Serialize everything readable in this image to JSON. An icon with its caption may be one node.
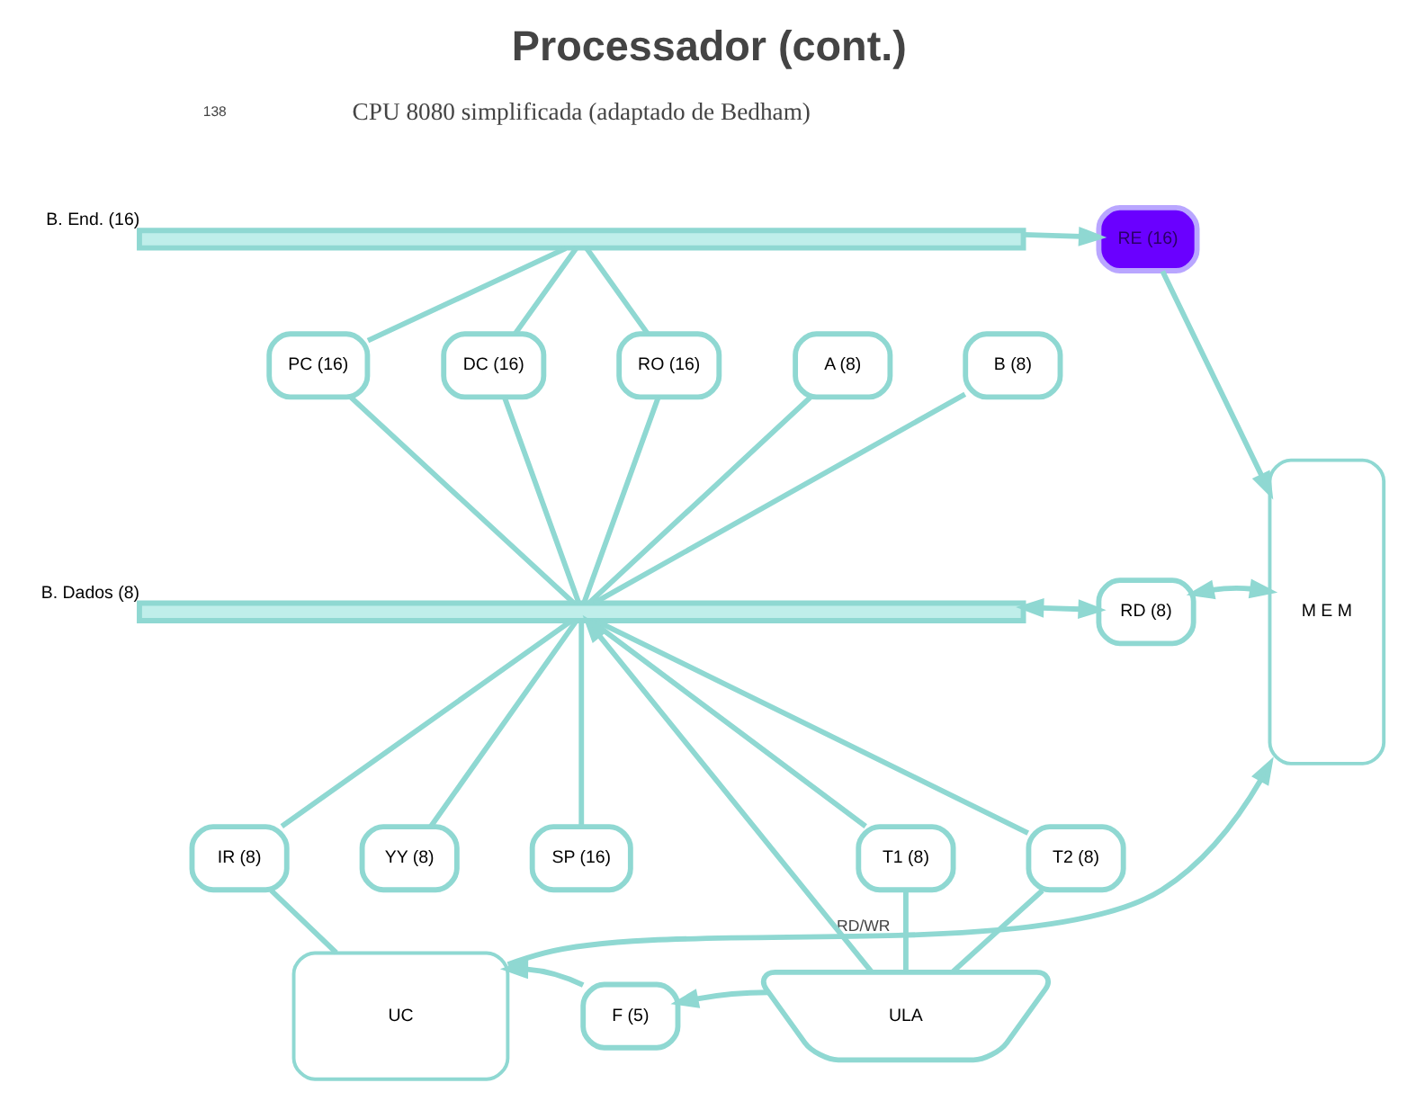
{
  "diagram": {
    "title": "Processador (cont.)",
    "nodes": [
      {
        "text": [],
        "shape": "bar",
        "beside": [
          "B. End. (16)"
        ]
      },
      {
        "text": [
          "RE (16)"
        ]
      },
      {
        "text": [
          "PC (16)"
        ]
      },
      {
        "text": [
          "DC (16)"
        ]
      },
      {
        "text": [
          "RO (16)"
        ]
      },
      {
        "text": [
          "A (8)"
        ]
      },
      {
        "text": [
          "B (8)"
        ]
      },
      {
        "text": [],
        "shape": "bar",
        "beside": [
          "B. Dados (8)"
        ]
      },
      {
        "text": [
          "RD (8)"
        ]
      },
      {
        "text": [
          "M E M"
        ]
      },
      {
        "text": [
          "IR (8)"
        ]
      },
      {
        "text": [
          "YY (8)"
        ]
      },
      {
        "text": [
          "SP (16)"
        ]
      },
      {
        "text": [
          "T1 (8)"
        ]
      },
      {
        "text": [
          "T2 (8)"
        ]
      },
      {
        "text": [
          "UC"
        ]
      },
      {
        "text": [
          "F (5)"
        ]
      },
      {
        "text": [
          "ULA"
        ]
      }
    ],
    "edges": [
      {
        "from": 0,
        "to": 1,
        "arrow": "to"
      },
      {
        "from": 1,
        "to": 9,
        "arrow": "to"
      },
      {
        "from": 0,
        "to": 2,
        "arrow": "none"
      },
      {
        "from": 0,
        "to": 3,
        "arrow": "none"
      },
      {
        "from": 0,
        "to": 4,
        "arrow": "none"
      },
      {
        "from": 2,
        "to": 7,
        "arrow": "none"
      },
      {
        "from": 3,
        "to": 7,
        "arrow": "none"
      },
      {
        "from": 4,
        "to": 7,
        "arrow": "none"
      },
      {
        "from": 5,
        "to": 7,
        "arrow": "none"
      },
      {
        "from": 6,
        "to": 7,
        "arrow": "none"
      },
      {
        "from": 7,
        "to": 8,
        "arrow": "both"
      },
      {
        "from": 8,
        "to": 9,
        "arrow": "both"
      },
      {
        "from": 7,
        "to": 10,
        "arrow": "none"
      },
      {
        "from": 7,
        "to": 11,
        "arrow": "none"
      },
      {
        "from": 7,
        "to": 12,
        "arrow": "none"
      },
      {
        "from": 7,
        "to": 13,
        "arrow": "none"
      },
      {
        "from": 7,
        "to": 14,
        "arrow": "none"
      },
      {
        "from": 13,
        "to": 17,
        "arrow": "none"
      },
      {
        "from": 14,
        "to": 17,
        "arrow": "none"
      },
      {
        "from": 17,
        "to": 7,
        "arrow": "to"
      },
      {
        "from": 10,
        "to": 15,
        "arrow": "none"
      },
      {
        "from": 17,
        "to": 16,
        "arrow": "to"
      },
      {
        "from": 16,
        "to": 15,
        "arrow": "to"
      },
      {
        "from": 15,
        "to": 9,
        "arrow": "to",
        "label": "RD/WR"
      }
    ],
    "labels": [
      "138",
      "CPU 8080 simplificada (adaptado de Bedham)"
    ]
  }
}
